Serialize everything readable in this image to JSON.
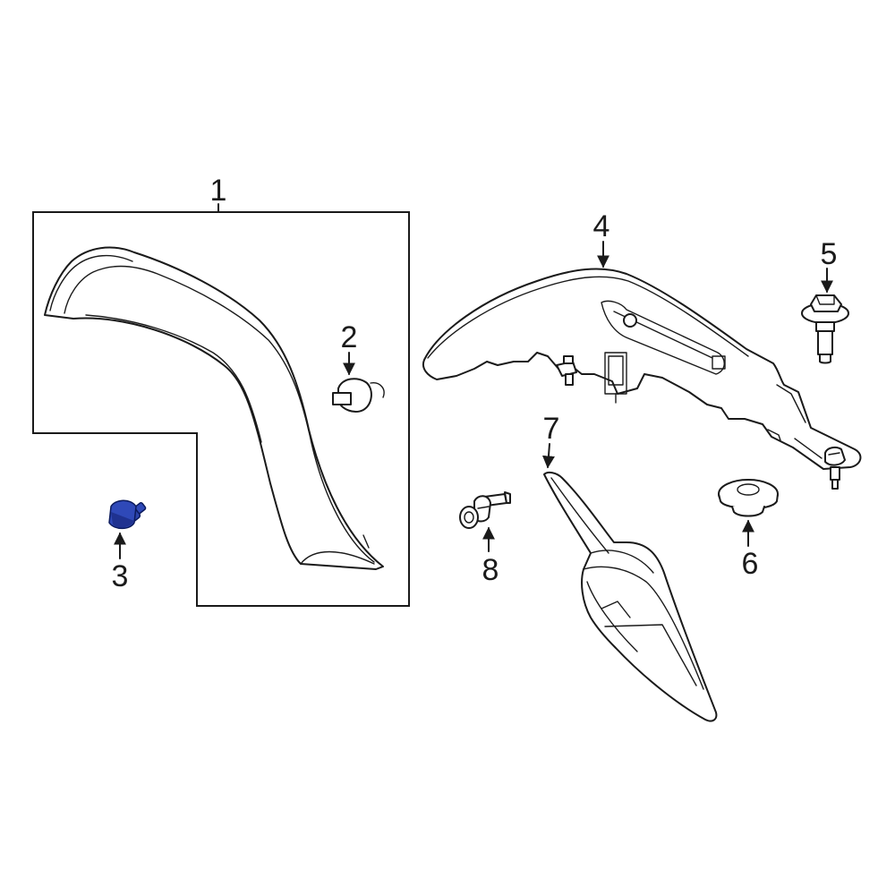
{
  "callouts": {
    "c1": "1",
    "c2": "2",
    "c3": "3",
    "c4": "4",
    "c5": "5",
    "c6": "6",
    "c7": "7",
    "c8": "8"
  },
  "highlight": {
    "part": "3",
    "color": "#2f49b8",
    "shade": "#1f3290"
  }
}
